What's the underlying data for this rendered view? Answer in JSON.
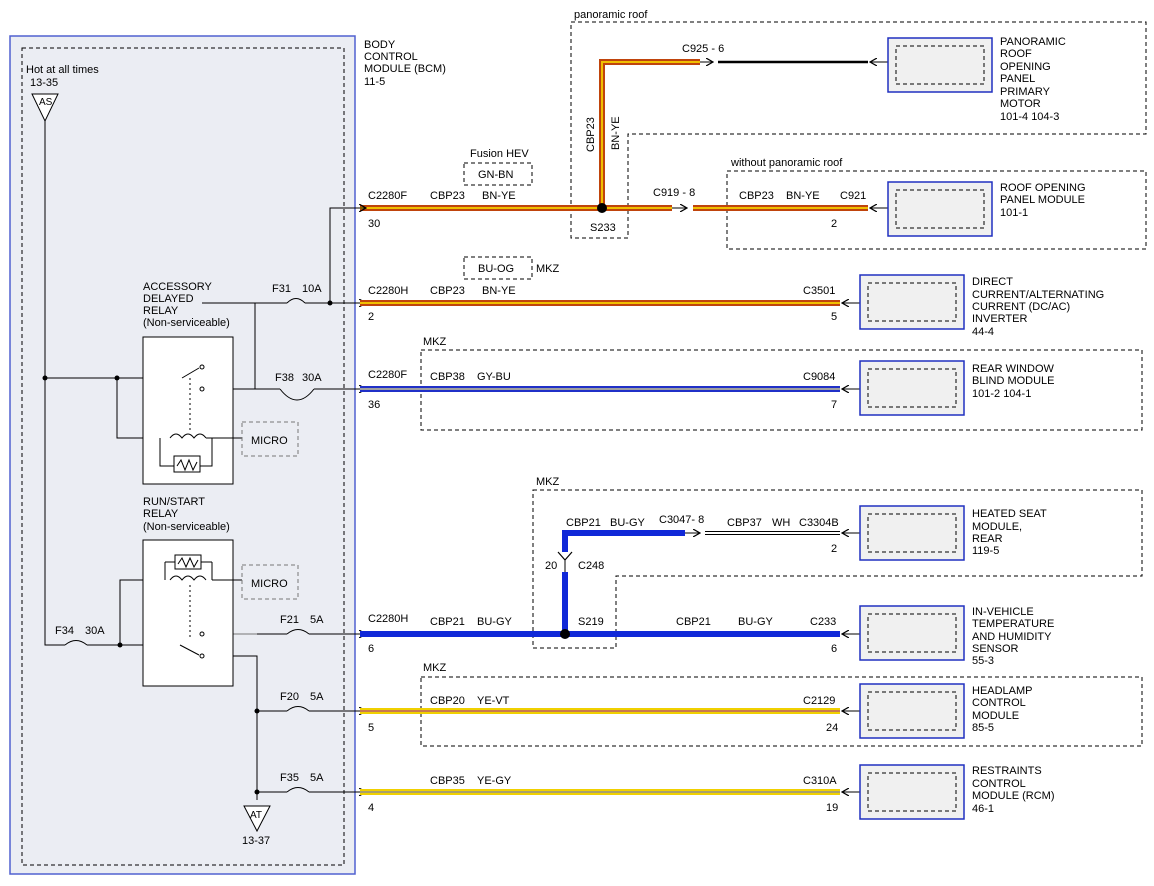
{
  "bcm": {
    "title_lines": [
      "BODY",
      "CONTROL",
      "MODULE (BCM)",
      "11-5"
    ],
    "hot_label": "Hot at all times",
    "as_ref": "13-35",
    "as_tag": "AS",
    "at_tag": "AT",
    "at_ref": "13-37"
  },
  "relays": {
    "accessory_lines": [
      "ACCESSORY",
      "DELAYED",
      "RELAY",
      "(Non-serviceable)"
    ],
    "runstart_lines": [
      "RUN/START",
      "RELAY",
      "(Non-serviceable)"
    ],
    "micro": "MICRO"
  },
  "fuses": {
    "f31": "F31",
    "f31_amp": "10A",
    "f38": "F38",
    "f38_amp": "30A",
    "f34": "F34",
    "f34_amp": "30A",
    "f21": "F21",
    "f21_amp": "5A",
    "f20": "F20",
    "f20_amp": "5A",
    "f35": "F35",
    "f35_amp": "5A"
  },
  "pins": {
    "c2280f_30": "30",
    "c2280h_2": "2",
    "c2280f_36": "36",
    "c2280h_6": "6",
    "pin_5": "5",
    "pin_4": "4"
  },
  "connectors": {
    "c2280f": "C2280F",
    "c2280h": "C2280H",
    "c925": "C925 - 6",
    "c919": "C919 - 8",
    "c921": "C921",
    "c3501": "C3501",
    "c9084": "C9084",
    "c3047": "C3047- 8",
    "c3304b": "C3304B",
    "c233": "C233",
    "c2129": "C2129",
    "c310a": "C310A",
    "c248": "C248",
    "c248_pin": "20"
  },
  "splices": {
    "s233": "S233",
    "s219": "S219"
  },
  "options": {
    "panoramic": "panoramic roof",
    "without_panoramic": "without panoramic roof",
    "fusion_hev": "Fusion HEV",
    "fusion_color": "GN-BN",
    "mkz": "MKZ",
    "mkz_color": "BU-OG"
  },
  "circuits": {
    "cbp23": "CBP23",
    "bnye": "BN-YE",
    "cbp38": "CBP38",
    "gybu": "GY-BU",
    "cbp21": "CBP21",
    "bugy": "BU-GY",
    "cbp37": "CBP37",
    "wh": "WH",
    "cbp20": "CBP20",
    "yevt": "YE-VT",
    "cbp35": "CBP35",
    "yegy": "YE-GY"
  },
  "components": {
    "panoramic_motor": [
      "PANORAMIC",
      "ROOF",
      "OPENING",
      "PANEL",
      "PRIMARY",
      "MOTOR",
      "101-4  104-3"
    ],
    "roof_module": [
      "ROOF OPENING",
      "PANEL MODULE",
      "101-1"
    ],
    "inverter": [
      "DIRECT",
      "CURRENT/ALTERNATING",
      "CURRENT (DC/AC)",
      "INVERTER",
      "44-4"
    ],
    "rear_blind": [
      "REAR WINDOW",
      "BLIND MODULE",
      "101-2  104-1"
    ],
    "heated_seat": [
      "HEATED SEAT",
      "MODULE,",
      "REAR",
      "119-5"
    ],
    "humidity_sensor": [
      "IN-VEHICLE",
      "TEMPERATURE",
      "AND HUMIDITY",
      "SENSOR",
      " 55-3"
    ],
    "headlamp": [
      "HEADLAMP",
      "CONTROL",
      "MODULE",
      "85-5"
    ],
    "rcm": [
      "RESTRAINTS",
      "CONTROL",
      "MODULE (RCM)",
      "46-1"
    ]
  },
  "component_pins": {
    "roof_module": "2",
    "inverter": "5",
    "rear_blind": "7",
    "heated_seat": "2",
    "humidity_sensor": "6",
    "headlamp": "24",
    "rcm": "19"
  },
  "colors": {
    "bn_ye_base": "#c0440c",
    "bn_ye_stripe": "#f0c000",
    "gy_bu_base": "#2030c8",
    "gy_bu_stripe": "#a0a0a0",
    "bu_gy": "#1028d8",
    "ye": "#f0d000",
    "ye_vt": "#a020a0",
    "ye_gy": "#909090",
    "wh": "#ffffff",
    "module_border": "#2030c0",
    "module_fill": "#f0f0f0",
    "bcm_border": "#5060d0",
    "bcm_fill": "#ebedf3"
  }
}
